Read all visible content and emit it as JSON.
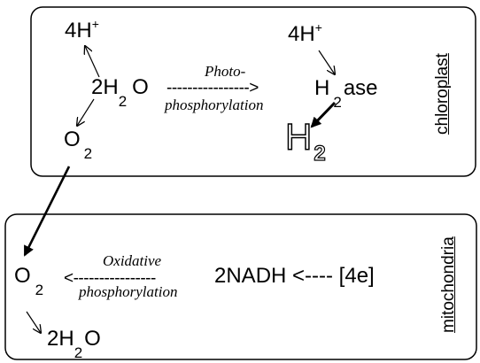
{
  "chloroplast": {
    "label": "chloroplast",
    "h_plus_left": "4H",
    "h_plus_left_sup": "+",
    "h_plus_right": "4H",
    "h_plus_right_sup": "+",
    "water_coef_h": "2H",
    "water_sub": "2",
    "water_o": "O",
    "photo_label_top": "Photo-",
    "photo_label_bottom": "phosphorylation",
    "photo_arrow": "---------------->",
    "hase_h": "H",
    "hase_sub": "2",
    "hase_rest": "ase",
    "oxygen_o": "O",
    "oxygen_sub": "2",
    "h2_h": "H",
    "h2_sub": "2"
  },
  "mitochondria": {
    "label": "mitochondria",
    "oxygen_o": "O",
    "oxygen_sub": "2",
    "oxid_arrow": "<----------------",
    "oxid_label_top": "Oxidative",
    "oxid_label_bottom": "phosphorylation",
    "nadh": "2NADH <---- [4e]",
    "water_h": "2H",
    "water_sub": "2",
    "water_o": "O"
  }
}
